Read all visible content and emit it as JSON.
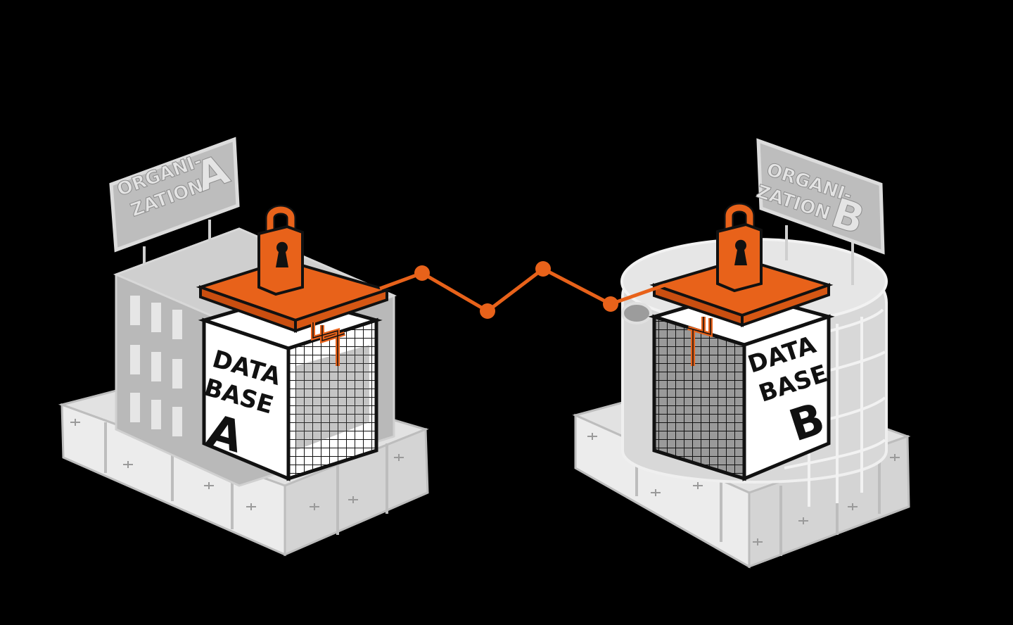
{
  "colors": {
    "background": "#000000",
    "building_gray": "#b8b8b8",
    "building_light": "#dedede",
    "outline": "#cfcfcf",
    "accent_orange": "#e8621a",
    "cube_white": "#ffffff",
    "ink": "#111111"
  },
  "organization_a": {
    "sign_line1": "ORGANI-",
    "sign_line2": "ZATION",
    "sign_letter": "A",
    "db_line1": "DATA",
    "db_line2": "BASE",
    "db_letter": "A"
  },
  "organization_b": {
    "sign_line1": "ORGANI-",
    "sign_line2": "ZATION",
    "sign_letter": "B",
    "db_line1": "DATA",
    "db_line2": "BASE",
    "db_letter": "B"
  },
  "icons": [
    "padlock-icon",
    "padlock-icon"
  ]
}
